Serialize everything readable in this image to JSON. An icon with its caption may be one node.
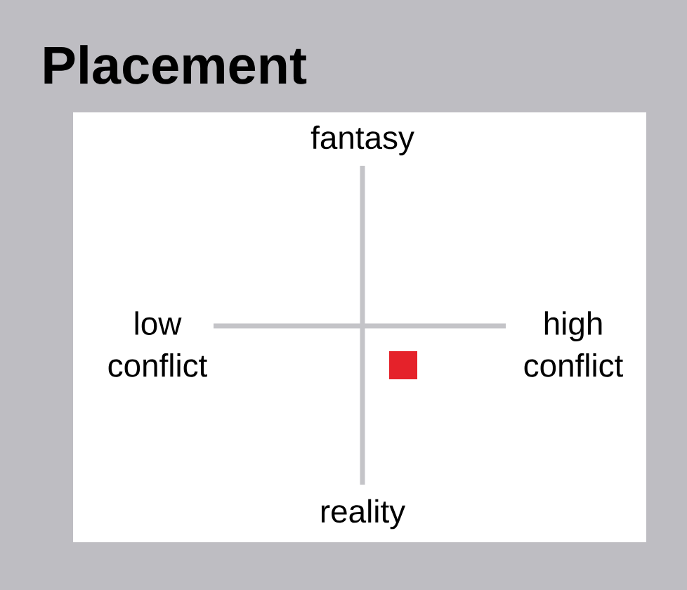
{
  "diagram": {
    "title": "Placement",
    "labels": [
      "fantasy",
      "low conflict",
      "high conflict",
      "reality"
    ]
  }
}
